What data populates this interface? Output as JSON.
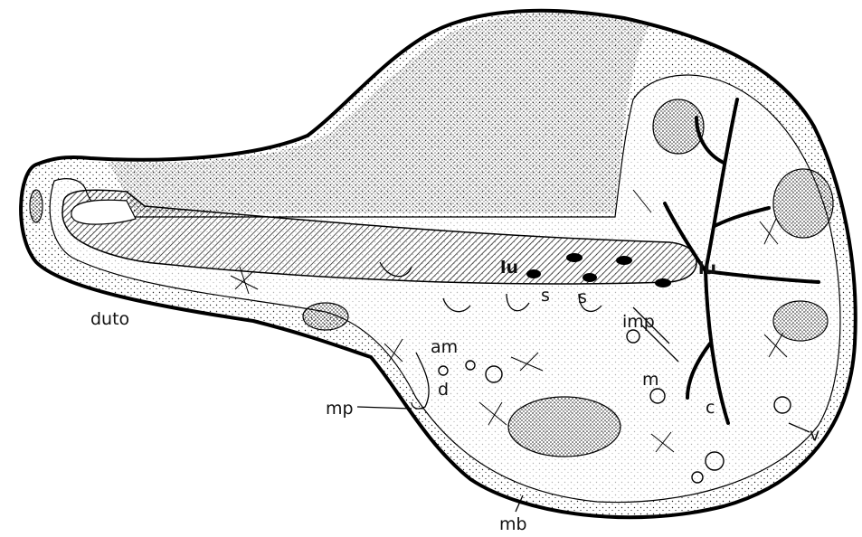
{
  "labels": {
    "duto": "duto",
    "lu_left": "lu",
    "lu_right": "lu",
    "s_left": "s",
    "s_right": "s",
    "imp": "imp",
    "am": "am",
    "d": "d",
    "mp": "mp",
    "m": "m",
    "c": "c",
    "v": "v",
    "mb": "mb"
  },
  "colors": {
    "ink": "#111111",
    "paper": "#ffffff"
  }
}
